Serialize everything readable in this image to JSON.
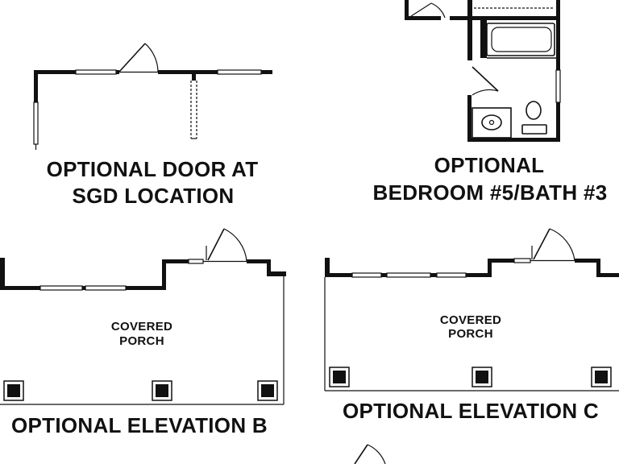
{
  "panels": {
    "door_option": {
      "line1": "OPTIONAL DOOR AT",
      "line2": "SGD LOCATION"
    },
    "bedroom_option": {
      "line1": "OPTIONAL",
      "line2": "BEDROOM #5/BATH #3"
    },
    "elevation_b": {
      "title": "OPTIONAL ELEVATION B",
      "room_line1": "COVERED",
      "room_line2": "PORCH"
    },
    "elevation_c": {
      "title": "OPTIONAL ELEVATION C",
      "room_line1": "COVERED",
      "room_line2": "PORCH"
    }
  },
  "colors": {
    "ink": "#111111",
    "paper": "#ffffff"
  }
}
